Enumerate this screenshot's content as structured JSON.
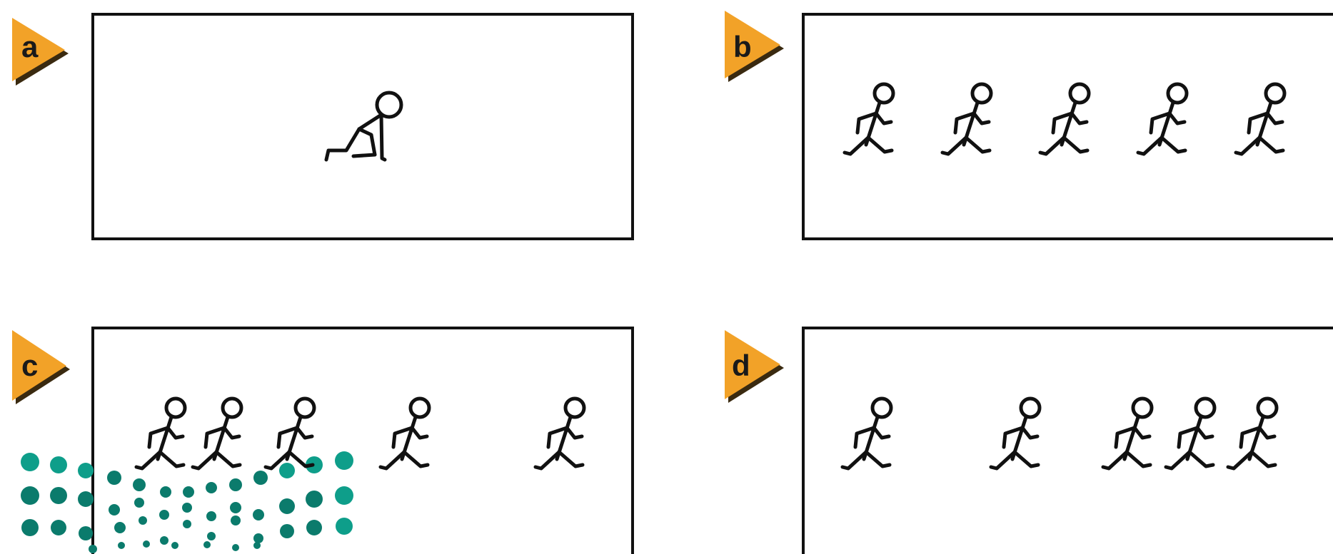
{
  "colors": {
    "tag_fill": "#F2A228",
    "tag_shadow": "#3a2a10",
    "panel_border": "#111111",
    "figure_stroke": "#111111",
    "dots_teal": "#0E9E8A",
    "dots_dark_teal": "#0B7B6C"
  },
  "panels": [
    {
      "id": "a",
      "label": "a",
      "figure_pose": "crouched-start",
      "figure_count": 1
    },
    {
      "id": "b",
      "label": "b",
      "figure_pose": "running",
      "figure_count": 5,
      "spacing": "even"
    },
    {
      "id": "c",
      "label": "c",
      "figure_pose": "running",
      "figure_count": 5,
      "spacing": "clustered-left",
      "background": "teal-dot-field"
    },
    {
      "id": "d",
      "label": "d",
      "figure_pose": "running",
      "figure_count": 5,
      "spacing": "uneven"
    }
  ]
}
